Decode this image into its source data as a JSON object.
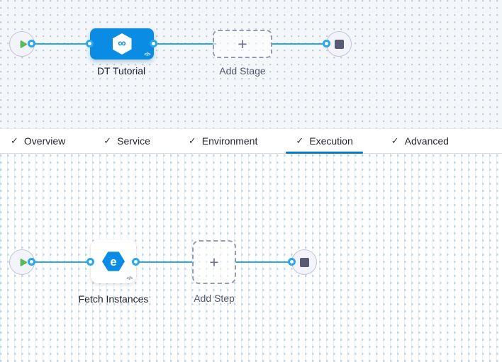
{
  "colors": {
    "edge_blue": "#2aa7ec",
    "node_blue": "#0b8ce4",
    "tab_underline": "#0278d5",
    "play_green": "#5cb85c",
    "stop_slate": "#575c72"
  },
  "stage_graph": {
    "stage_node": {
      "label": "DT Tutorial",
      "icon_glyph": "∞",
      "code_glyph": "</>"
    },
    "add_stage": {
      "label": "Add Stage",
      "plus_glyph": "+"
    }
  },
  "tabs": {
    "check_glyph": "✓",
    "items": [
      {
        "label": "Overview",
        "checked": true,
        "active": false
      },
      {
        "label": "Service",
        "checked": true,
        "active": false
      },
      {
        "label": "Environment",
        "checked": true,
        "active": false
      },
      {
        "label": "Execution",
        "checked": true,
        "active": true
      },
      {
        "label": "Advanced",
        "checked": true,
        "active": false
      }
    ]
  },
  "step_graph": {
    "step_node": {
      "label": "Fetch Instances",
      "icon_glyph": "e",
      "code_glyph": "</>"
    },
    "add_step": {
      "label": "Add Step",
      "plus_glyph": "+"
    }
  }
}
